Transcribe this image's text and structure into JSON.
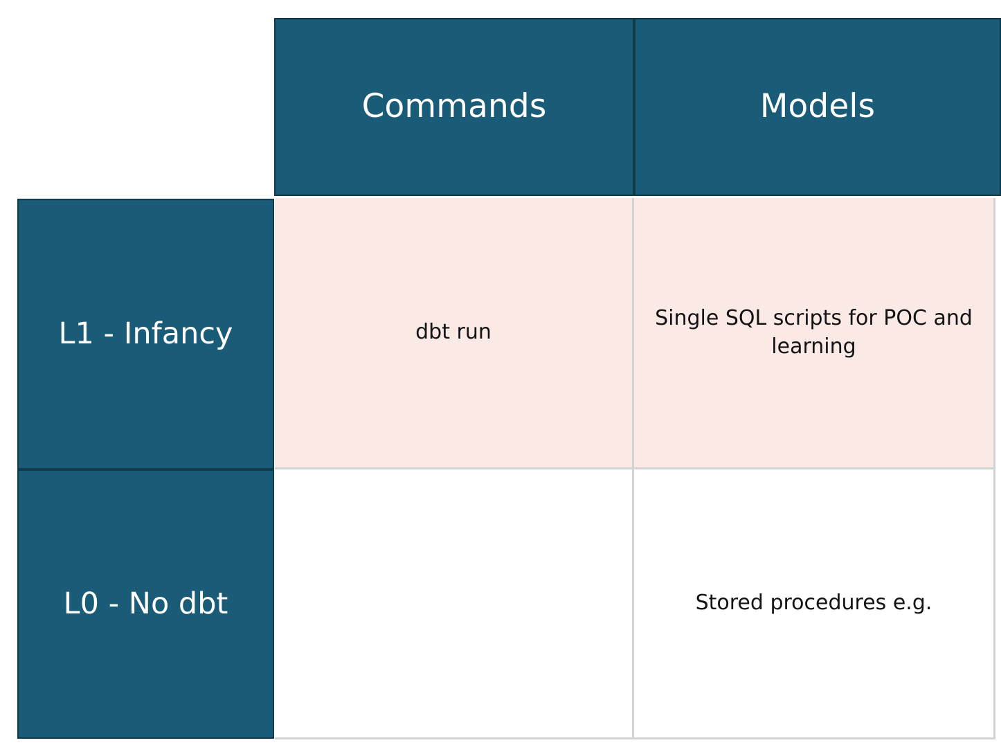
{
  "matrix": {
    "corner_label": "",
    "columns": [
      {
        "label": "Commands"
      },
      {
        "label": "Models"
      }
    ],
    "rows": [
      {
        "label": "L1 - Infancy"
      },
      {
        "label": "L0 - No dbt"
      }
    ],
    "cells": [
      [
        {
          "text": "dbt run"
        },
        {
          "text": "Single SQL scripts for POC and learning"
        }
      ],
      [
        {
          "text": ""
        },
        {
          "text": "Stored procedures e.g."
        }
      ]
    ],
    "colors": {
      "header_background": "#1a5c77",
      "header_border": "#113a4b",
      "header_text": "#ffffff",
      "row_highlight_background": "#fbe9e6",
      "row_plain_background": "#ffffff",
      "grid_line": "#d2d3d4",
      "body_text": "#131313"
    }
  }
}
